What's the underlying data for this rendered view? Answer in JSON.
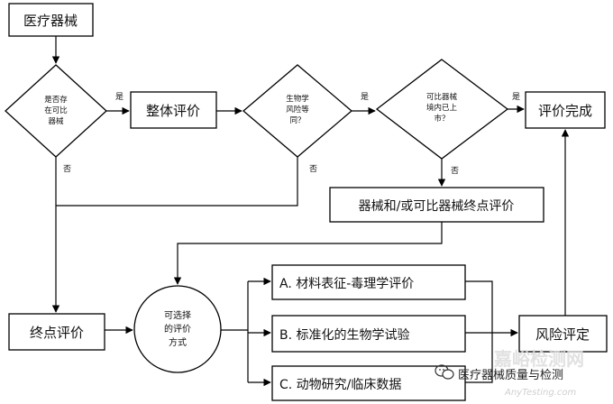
{
  "nodes": {
    "device": "医疗器械",
    "q_existing": [
      "是否存",
      "在可比",
      "器械"
    ],
    "overall_eval": "整体评价",
    "q_bio_risk": [
      "生物学",
      "风险等",
      "同？"
    ],
    "q_market": [
      "可比器械",
      "境内已上",
      "市？"
    ],
    "eval_done": "评价完成",
    "endpoint_compare": "器械和/或可比器械终点评价",
    "endpoint_eval": "终点评价",
    "optional_methods": [
      "可选择",
      "的评价",
      "方式"
    ],
    "option_a": "A. 材料表征-毒理学评价",
    "option_b": "B. 标准化的生物学试验",
    "option_c": "C. 动物研究/临床数据",
    "risk_assessment": "风险评定"
  },
  "edge_labels": {
    "yes_1": "是",
    "yes_2": "是",
    "yes_3": "是",
    "no_1": "否",
    "no_2": "否",
    "no_3": "否"
  },
  "watermark": {
    "brand_big": "嘉峪检测网",
    "account": "医疗器械质量与检测",
    "site": "AnyTesting.com",
    "icon": "wechat-icon"
  },
  "colors": {
    "stroke": "#000000",
    "background": "#ffffff",
    "watermark": "#dcdcdc"
  }
}
